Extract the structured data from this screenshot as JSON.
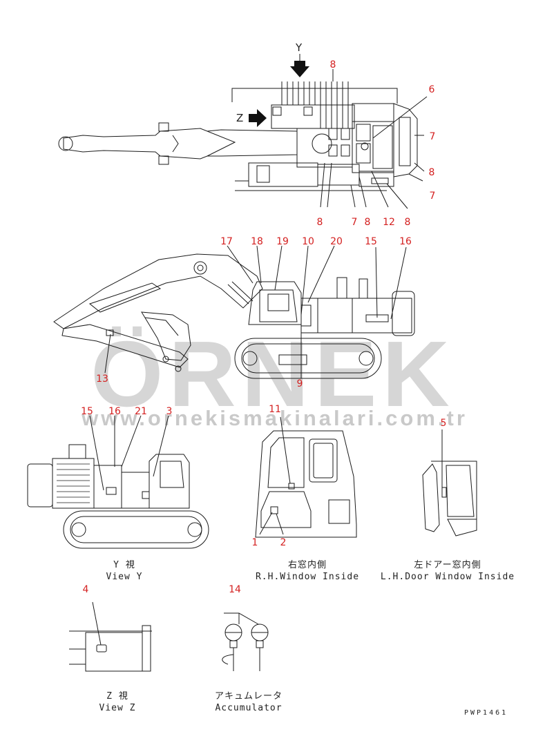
{
  "callouts": {
    "top": [
      "8",
      "6",
      "7",
      "8",
      "7",
      "8",
      "7",
      "8",
      "12",
      "8"
    ],
    "side": [
      "17",
      "18",
      "19",
      "10",
      "20",
      "15",
      "16",
      "13",
      "9"
    ],
    "viewy": [
      "15",
      "16",
      "21",
      "3"
    ],
    "rh": [
      "11",
      "1",
      "2"
    ],
    "lh": [
      "5"
    ],
    "viewz": [
      "4"
    ],
    "acc": [
      "14"
    ]
  },
  "arrow_labels": {
    "y": "Y",
    "z": "Z"
  },
  "captions": {
    "view_y_jp": "Y 視",
    "view_y_en": "View Y",
    "rh_jp": "右窓内側",
    "rh_en": "R.H.Window Inside",
    "lh_jp": "左ドアー窓内側",
    "lh_en": "L.H.Door Window Inside",
    "view_z_jp": "Z 視",
    "view_z_en": "View Z",
    "acc_jp": "アキュムレータ",
    "acc_en": "Accumulator"
  },
  "part_code": "PWP1461",
  "watermark": {
    "logo": "ÖRNEK",
    "url": "www.ornekismakinalari.com.tr"
  },
  "colors": {
    "callout": "#d42020",
    "line": "#1a1a1a",
    "watermark": "#d2d2d2"
  }
}
